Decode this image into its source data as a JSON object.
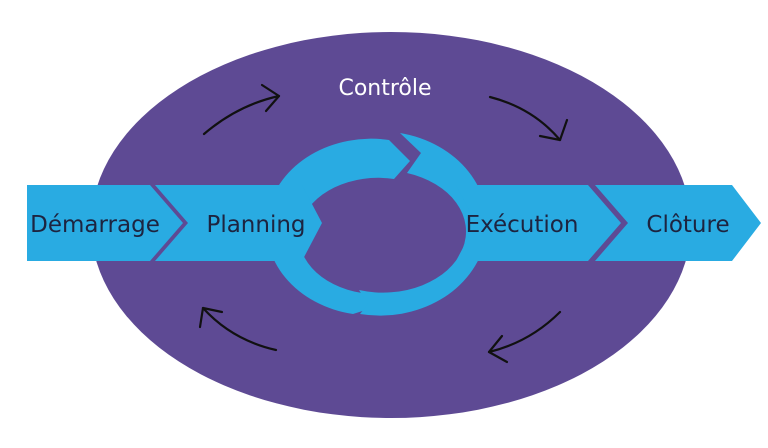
{
  "diagram": {
    "control_label": "Contrôle",
    "stages": {
      "demarrage": "Démarrage",
      "planning": "Planning",
      "execution": "Exécution",
      "cloture": "Clôture"
    }
  },
  "colors": {
    "ellipse": "#5e4a94",
    "arrow": "#29abe2",
    "text": "#1d2440",
    "control_text": "#ffffff",
    "cycle_arrows": "#111111",
    "background": "#ffffff"
  }
}
